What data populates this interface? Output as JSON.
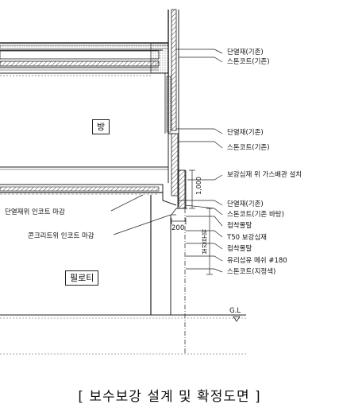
{
  "labels": {
    "insulation_existing_1": "단열재(기존)",
    "stonecoat_existing_1": "스톤코트(기존)",
    "insulation_existing_2": "단열재(기존)",
    "stonecoat_existing_2": "스톤코트(기존)",
    "reinforce_gas_pipe": "보강심재 위 가스배관 설치",
    "insulation_existing_3": "단열재(기존)",
    "stonecoat_existing_base": "스톤코트(기존 바탕)",
    "adhesive_mortar_1": "접착몰탈",
    "t50_reinforce": "T50 보강심재",
    "adhesive_mortar_2": "접착몰탈",
    "glass_fiber_mesh": "유리섬유 메쉬 #180",
    "stonecoat_specified": "스톤코트(지정색)",
    "insulation_incoat_finish": "단열재위 인코트 마감",
    "concrete_incoat_finish": "콘크리트위 인코트 마감"
  },
  "rooms": {
    "room": "방",
    "piloti": "필로티"
  },
  "dimensions": {
    "height_1000": "1,000",
    "width_200": "200",
    "reinforce_range": "보강부위"
  },
  "gl_label": "G.L",
  "caption": "[ 보수보강 설계 및 확정도면 ]"
}
